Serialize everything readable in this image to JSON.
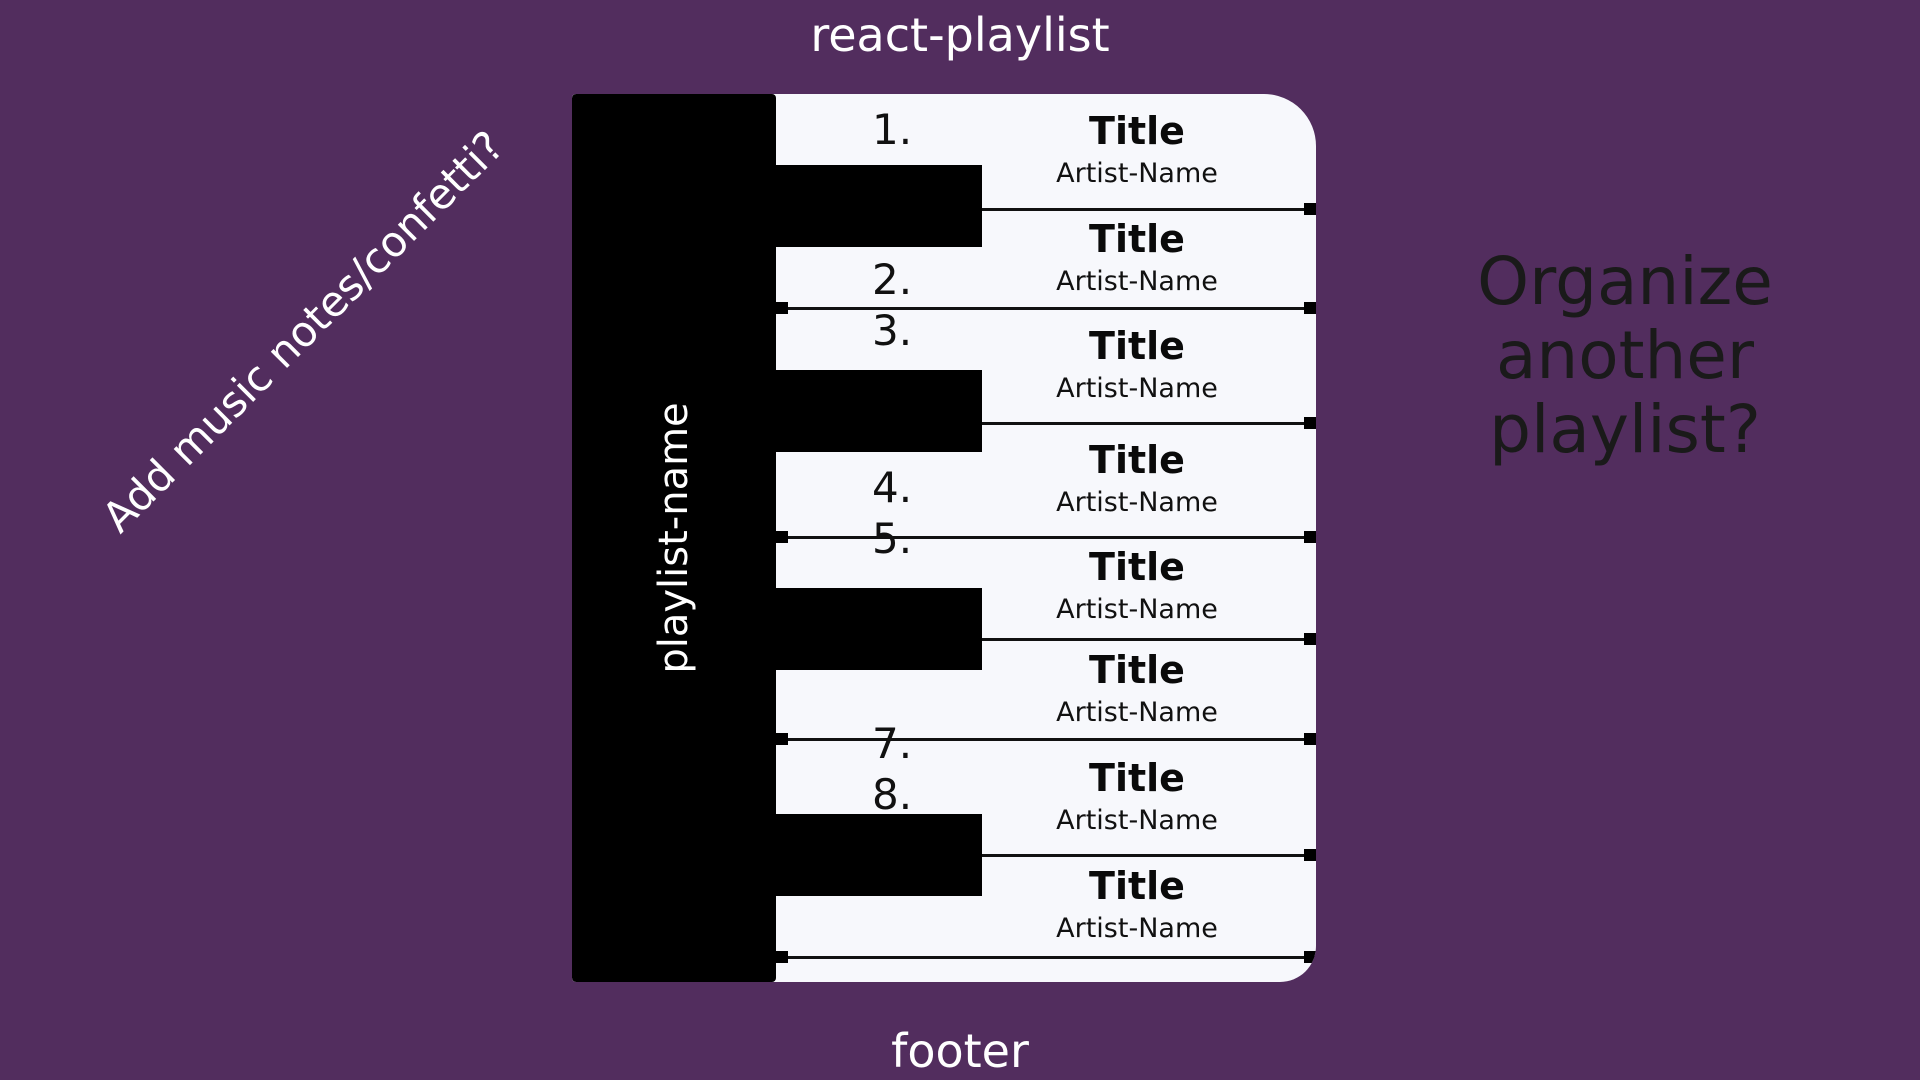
{
  "header": {
    "title": "react-playlist"
  },
  "footer": {
    "text": "footer"
  },
  "side_note": "Add music notes/confetti?",
  "organize": {
    "line1": "Organize another",
    "line2": "playlist?"
  },
  "playlist": {
    "name": "playlist-name",
    "numbers": [
      "1.",
      "2.",
      "3.",
      "4.",
      "5.",
      "7.",
      "8."
    ],
    "songs": [
      {
        "title": "Title",
        "artist": "Artist-Name"
      },
      {
        "title": "Title",
        "artist": "Artist-Name"
      },
      {
        "title": "Title",
        "artist": "Artist-Name"
      },
      {
        "title": "Title",
        "artist": "Artist-Name"
      },
      {
        "title": "Title",
        "artist": "Artist-Name"
      },
      {
        "title": "Title",
        "artist": "Artist-Name"
      },
      {
        "title": "Title",
        "artist": "Artist-Name"
      },
      {
        "title": "Title",
        "artist": "Artist-Name"
      }
    ]
  },
  "colors": {
    "background": "#522d5e",
    "card": "#f7f8fc",
    "keys": "#000000"
  }
}
